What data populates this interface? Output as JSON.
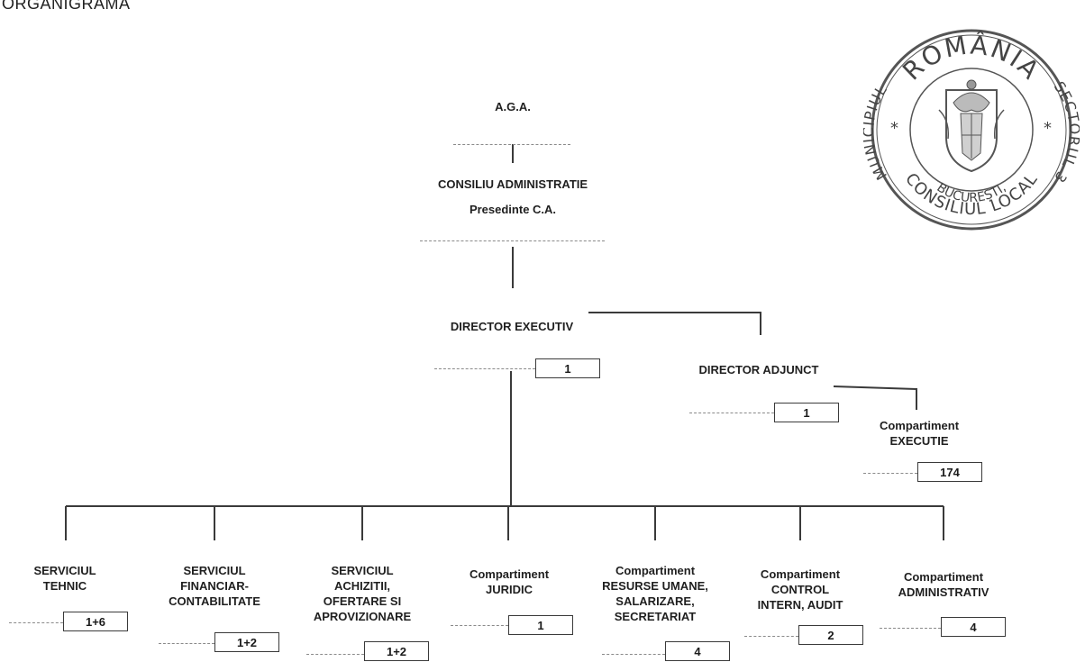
{
  "title": "ORGANIGRAMA",
  "colors": {
    "line": "#3a3a3a",
    "seal": "#555555"
  },
  "seal": {
    "top_text": "ROMÂNIA",
    "left_text": "MUNICIPIUL",
    "right_text": "SECTORUL 3",
    "bottom_text": "BUCUREȘTI,",
    "bottom_text2": "CONSILIUL LOCAL",
    "icon": "coat-of-arms-icon"
  },
  "aga": {
    "label": "A.G.A."
  },
  "consiliu": {
    "label": "CONSILIU ADMINISTRATIE",
    "sub": "Presedinte C.A."
  },
  "director_executiv": {
    "label": "DIRECTOR EXECUTIV",
    "count": "1"
  },
  "director_adjunct": {
    "label": "DIRECTOR ADJUNCT",
    "count": "1"
  },
  "executie": {
    "line1": "Compartiment",
    "line2": "EXECUTIE",
    "count": "174"
  },
  "departments": [
    {
      "lines": [
        "SERVICIUL",
        "TEHNIC"
      ],
      "count": "1+6"
    },
    {
      "lines": [
        "SERVICIUL",
        "FINANCIAR-",
        "CONTABILITATE"
      ],
      "count": "1+2"
    },
    {
      "lines": [
        "SERVICIUL",
        "ACHIZITII,",
        "OFERTARE SI",
        "APROVIZIONARE"
      ],
      "count": "1+2"
    },
    {
      "lines": [
        "Compartiment",
        "JURIDIC"
      ],
      "count": "1"
    },
    {
      "lines": [
        "Compartiment",
        "RESURSE UMANE,",
        "SALARIZARE,",
        "SECRETARIAT"
      ],
      "count": "4"
    },
    {
      "lines": [
        "Compartiment",
        "CONTROL",
        "INTERN, AUDIT"
      ],
      "count": "2"
    },
    {
      "lines": [
        "Compartiment",
        "ADMINISTRATIV"
      ],
      "count": "4"
    }
  ]
}
